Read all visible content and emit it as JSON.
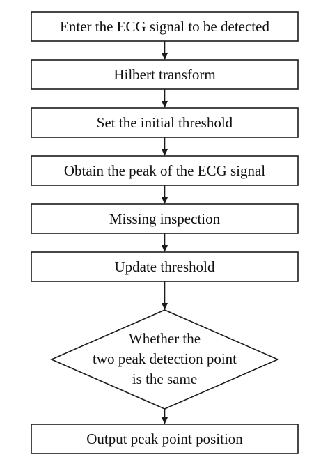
{
  "flowchart": {
    "steps": [
      {
        "label": "Enter the ECG signal to be detected"
      },
      {
        "label": "Hilbert transform"
      },
      {
        "label": "Set the initial threshold"
      },
      {
        "label": "Obtain the peak of the ECG signal"
      },
      {
        "label": "Missing inspection"
      },
      {
        "label": "Update threshold"
      }
    ],
    "decision": {
      "lines": [
        "Whether the",
        "two peak detection point",
        "is the same"
      ]
    },
    "output": {
      "label": "Output peak point position"
    }
  }
}
